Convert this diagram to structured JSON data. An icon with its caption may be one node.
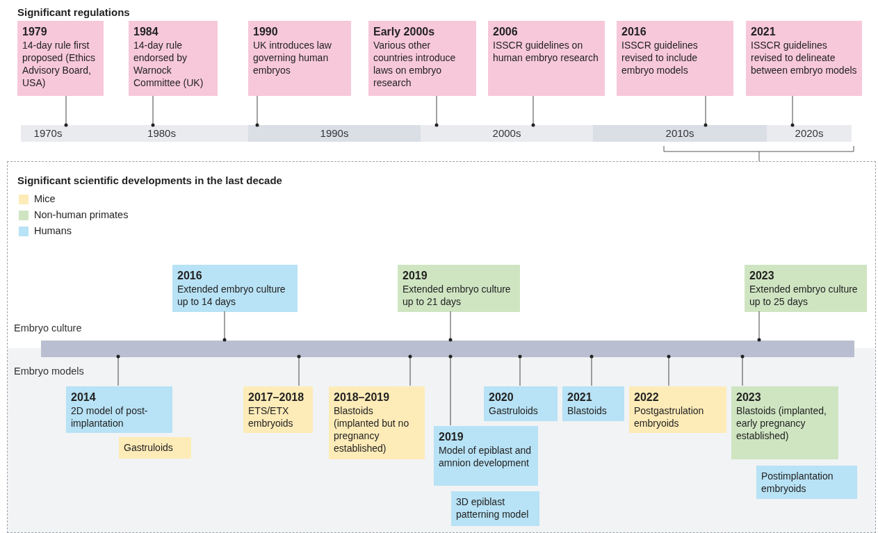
{
  "diagram": {
    "nodes": [
      {
        "text": [
          "1979",
          "14-day rule first proposed (Ethics Advisory Board, USA)"
        ]
      },
      {
        "text": [
          "1984",
          "14-day rule endorsed by Warnock Committee (UK)"
        ]
      },
      {
        "text": [
          "1990",
          "UK introduces law governing human embryos"
        ]
      },
      {
        "text": [
          "Early 2000s",
          "Various other countries introduce laws on embryo research"
        ]
      },
      {
        "text": [
          "2006",
          "ISSCR guidelines on human embryo research"
        ]
      },
      {
        "text": [
          "2016",
          "ISSCR guidelines revised to include embryo models"
        ]
      },
      {
        "text": [
          "2021",
          "ISSCR guidelines revised to delineate between embryo models"
        ]
      },
      {
        "text": [
          "1970s"
        ]
      },
      {
        "text": [
          "1980s"
        ]
      },
      {
        "text": [
          "1990s"
        ]
      },
      {
        "text": [
          "2000s"
        ]
      },
      {
        "text": [
          "2010s"
        ]
      },
      {
        "text": [
          "2020s"
        ]
      },
      {
        "text": [
          "Significant scientific developments in the last decade"
        ]
      },
      {
        "text": [],
        "shape": "bar",
        "in": 13
      },
      {
        "text": [
          "2016",
          "Extended embryo culture up to 14 days"
        ],
        "in": 13
      },
      {
        "text": [
          "2019",
          "Extended embryo culture up to 21 days"
        ],
        "in": 13
      },
      {
        "text": [
          "2023",
          "Extended embryo culture up to 25 days"
        ],
        "in": 13
      },
      {
        "text": [
          "2014",
          "2D model of post-implantation"
        ],
        "in": 13
      },
      {
        "text": [
          "Gastruloids"
        ],
        "in": 13
      },
      {
        "text": [
          "2017–2018",
          "ETS/ETX embryoids"
        ],
        "in": 13
      },
      {
        "text": [
          "2018–2019",
          "Blastoids (implanted but no pregnancy established)"
        ],
        "in": 13
      },
      {
        "text": [
          "2019",
          "Model of epiblast and amnion development"
        ],
        "in": 13
      },
      {
        "text": [
          "3D epiblast patterning model"
        ],
        "in": 13
      },
      {
        "text": [
          "2020",
          "Gastruloids"
        ],
        "in": 13
      },
      {
        "text": [
          "2021",
          "Blastoids"
        ],
        "in": 13
      },
      {
        "text": [
          "2022",
          "Postgastrulation embryoids"
        ],
        "in": 13
      },
      {
        "text": [
          "2023",
          "Blastoids (implanted, early pregnancy established)"
        ],
        "in": 13
      },
      {
        "text": [
          "Postimplantation embryoids"
        ],
        "in": 13
      }
    ],
    "edges": [
      {
        "from": 0,
        "to": 7,
        "arrow": "other"
      },
      {
        "from": 1,
        "to": 8,
        "arrow": "other"
      },
      {
        "from": 2,
        "to": 9,
        "arrow": "other"
      },
      {
        "from": 3,
        "to": 10,
        "arrow": "other"
      },
      {
        "from": 4,
        "to": 10,
        "arrow": "other"
      },
      {
        "from": 5,
        "to": 11,
        "arrow": "other"
      },
      {
        "from": 6,
        "to": 12,
        "arrow": "other"
      },
      {
        "from": 15,
        "to": 14,
        "arrow": "other"
      },
      {
        "from": 16,
        "to": 14,
        "arrow": "other"
      },
      {
        "from": 17,
        "to": 14,
        "arrow": "other"
      },
      {
        "from": 18,
        "to": 14,
        "arrow": "other"
      },
      {
        "from": 20,
        "to": 14,
        "arrow": "other"
      },
      {
        "from": 21,
        "to": 14,
        "arrow": "other"
      },
      {
        "from": 22,
        "to": 14,
        "arrow": "other"
      },
      {
        "from": 24,
        "to": 14,
        "arrow": "other"
      },
      {
        "from": 25,
        "to": 14,
        "arrow": "other"
      },
      {
        "from": 26,
        "to": 14,
        "arrow": "other"
      },
      {
        "from": 27,
        "to": 14,
        "arrow": "other"
      }
    ],
    "labels": [
      "Significant regulations",
      "Embryo culture",
      "Embryo models"
    ],
    "legend": [
      {
        "text": "Mice",
        "color": "#fdebb8"
      },
      {
        "text": "Non-human primates",
        "color": "#cfe5c2"
      },
      {
        "text": "Humans",
        "color": "#b8e2f5"
      }
    ]
  }
}
